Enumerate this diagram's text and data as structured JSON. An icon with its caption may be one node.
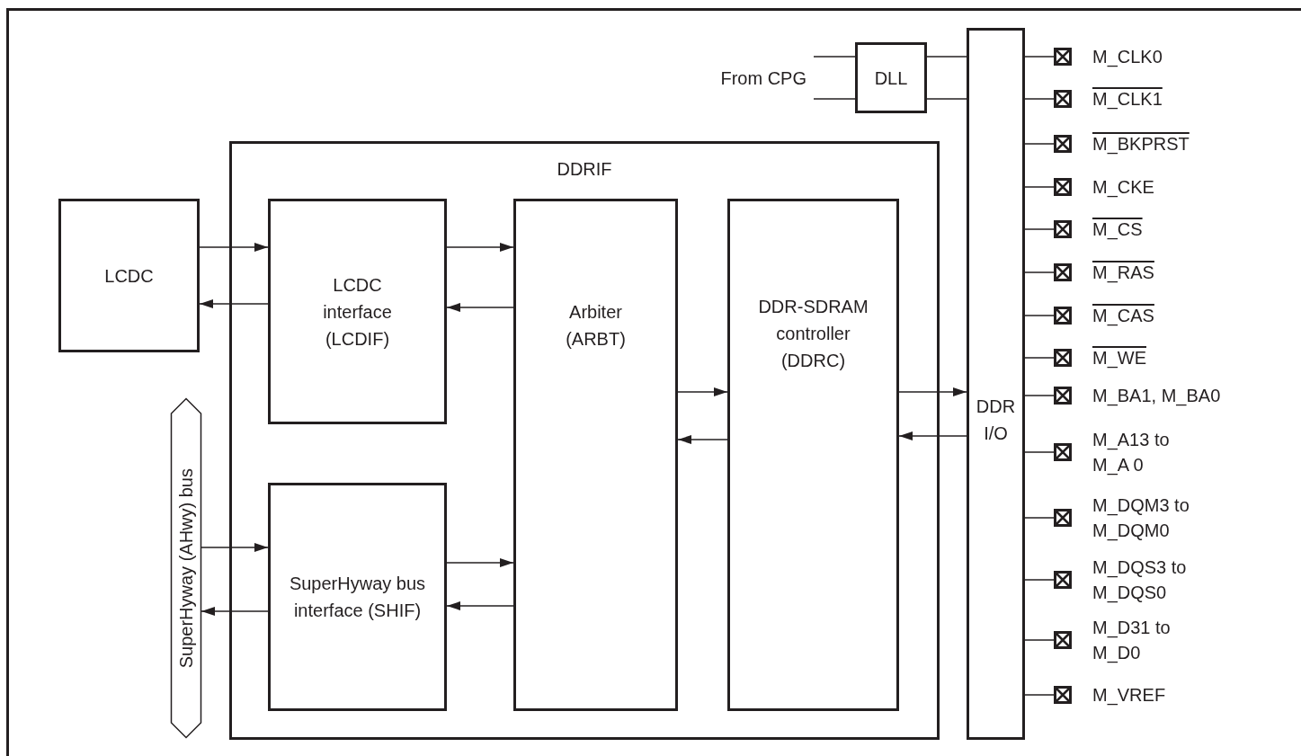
{
  "diagram": {
    "nodes": [
      {
        "text": [
          "DDRIF"
        ]
      },
      {
        "text": [
          "LCDC"
        ]
      },
      {
        "text": [
          "LCDC interface (LCDIF)"
        ],
        "in": 0
      },
      {
        "text": [
          "SuperHyway bus interface (SHIF)"
        ],
        "in": 0
      },
      {
        "text": [
          "Arbiter (ARBT)"
        ],
        "in": 0
      },
      {
        "text": [
          "DDR-SDRAM controller (DDRC)"
        ],
        "in": 0
      },
      {
        "text": [
          "SuperHyway (AHwy) bus"
        ]
      },
      {
        "text": [
          "From CPG"
        ]
      },
      {
        "text": [
          "DLL"
        ]
      },
      {
        "text": [
          "DDR I/O"
        ]
      },
      {
        "text": [],
        "shape": "box",
        "beside": [
          "M_CLK0"
        ]
      },
      {
        "text": [],
        "shape": "box",
        "beside": [
          "M_CLK1"
        ]
      },
      {
        "text": [],
        "shape": "box",
        "beside": [
          "M_BKPRST"
        ]
      },
      {
        "text": [],
        "shape": "box",
        "beside": [
          "M_CKE"
        ]
      },
      {
        "text": [],
        "shape": "box",
        "beside": [
          "M_CS"
        ]
      },
      {
        "text": [],
        "shape": "box",
        "beside": [
          "M_RAS"
        ]
      },
      {
        "text": [],
        "shape": "box",
        "beside": [
          "M_CAS"
        ]
      },
      {
        "text": [],
        "shape": "box",
        "beside": [
          "M_WE"
        ]
      },
      {
        "text": [],
        "shape": "box",
        "beside": [
          "M_BA1, M_BA0"
        ]
      },
      {
        "text": [],
        "shape": "box",
        "beside": [
          "M_A13 to M_A 0"
        ]
      },
      {
        "text": [],
        "shape": "box",
        "beside": [
          "M_DQM3 to M_DQM0"
        ]
      },
      {
        "text": [],
        "shape": "box",
        "beside": [
          "M_DQS3 to M_DQS0"
        ]
      },
      {
        "text": [],
        "shape": "box",
        "beside": [
          "M_D31 to M_D0"
        ]
      },
      {
        "text": [],
        "shape": "box",
        "beside": [
          "M_VREF"
        ]
      }
    ],
    "edges": [
      {
        "from": 1,
        "to": 2,
        "arrow": "to"
      },
      {
        "from": 2,
        "to": 1,
        "arrow": "to"
      },
      {
        "from": 2,
        "to": 4,
        "arrow": "to"
      },
      {
        "from": 4,
        "to": 2,
        "arrow": "to"
      },
      {
        "from": 6,
        "to": 3,
        "arrow": "to"
      },
      {
        "from": 3,
        "to": 6,
        "arrow": "to"
      },
      {
        "from": 3,
        "to": 4,
        "arrow": "to"
      },
      {
        "from": 4,
        "to": 3,
        "arrow": "to"
      },
      {
        "from": 4,
        "to": 5,
        "arrow": "to"
      },
      {
        "from": 5,
        "to": 4,
        "arrow": "to"
      },
      {
        "from": 5,
        "to": 9,
        "arrow": "to"
      },
      {
        "from": 9,
        "to": 5,
        "arrow": "to"
      },
      {
        "from": 7,
        "to": 8,
        "arrow": "none"
      },
      {
        "from": 7,
        "to": 8,
        "arrow": "none"
      },
      {
        "from": 8,
        "to": 9,
        "arrow": "none"
      },
      {
        "from": 8,
        "to": 9,
        "arrow": "none"
      },
      {
        "from": 9,
        "to": 10,
        "arrow": "none"
      },
      {
        "from": 9,
        "to": 11,
        "arrow": "none"
      },
      {
        "from": 9,
        "to": 12,
        "arrow": "none"
      },
      {
        "from": 9,
        "to": 13,
        "arrow": "none"
      },
      {
        "from": 9,
        "to": 14,
        "arrow": "none"
      },
      {
        "from": 9,
        "to": 15,
        "arrow": "none"
      },
      {
        "from": 9,
        "to": 16,
        "arrow": "none"
      },
      {
        "from": 9,
        "to": 17,
        "arrow": "none"
      },
      {
        "from": 9,
        "to": 18,
        "arrow": "none"
      },
      {
        "from": 9,
        "to": 19,
        "arrow": "none"
      },
      {
        "from": 9,
        "to": 20,
        "arrow": "none"
      },
      {
        "from": 9,
        "to": 21,
        "arrow": "none"
      },
      {
        "from": 9,
        "to": 22,
        "arrow": "none"
      },
      {
        "from": 9,
        "to": 23,
        "arrow": "none"
      }
    ]
  }
}
